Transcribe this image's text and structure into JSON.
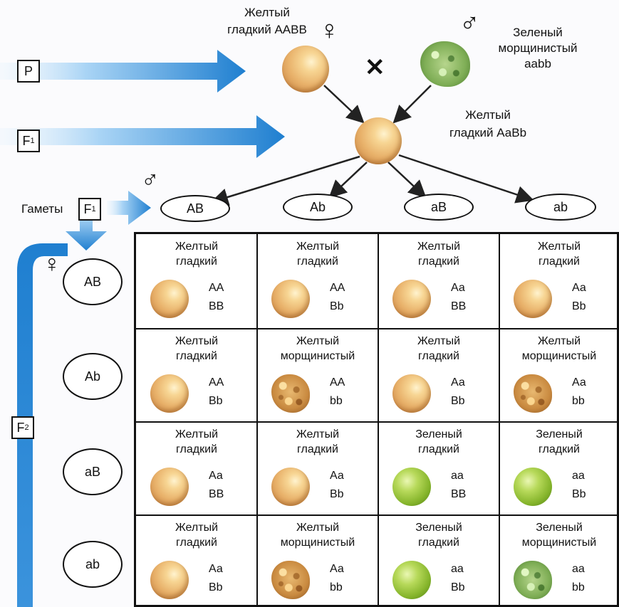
{
  "generations": {
    "p": "P",
    "f1_main": "F",
    "f1_sub": "1",
    "gametes_label": "Гаметы",
    "gf1_main": "F",
    "gf1_sub": "1",
    "f2_main": "F",
    "f2_sub": "2"
  },
  "symbols": {
    "female": "♀",
    "male": "♂",
    "cross": "✕"
  },
  "parents": {
    "female": {
      "line1": "Желтый",
      "line2": "гладкий ААВВ"
    },
    "male": {
      "line1": "Зеленый",
      "line2": "морщинистый",
      "line3": "aabb"
    }
  },
  "f1": {
    "line1": "Желтый",
    "line2": "гладкий АаВb"
  },
  "male_gametes": [
    "АВ",
    "Аb",
    "аВ",
    "ab"
  ],
  "female_gametes": [
    "АВ",
    "Аb",
    "аВ",
    "ab"
  ],
  "grid": [
    [
      {
        "l1": "Желтый",
        "l2": "гладкий",
        "g1": "АА",
        "g2": "ВВ",
        "pea": "y-smooth"
      },
      {
        "l1": "Желтый",
        "l2": "гладкий",
        "g1": "АА",
        "g2": "Вb",
        "pea": "y-smooth"
      },
      {
        "l1": "Желтый",
        "l2": "гладкий",
        "g1": "Аа",
        "g2": "ВВ",
        "pea": "y-smooth"
      },
      {
        "l1": "Желтый",
        "l2": "гладкий",
        "g1": "Аа",
        "g2": "Вb",
        "pea": "y-smooth"
      }
    ],
    [
      {
        "l1": "Желтый",
        "l2": "гладкий",
        "g1": "АА",
        "g2": "Вb",
        "pea": "y-smooth"
      },
      {
        "l1": "Желтый",
        "l2": "морщинистый",
        "g1": "АА",
        "g2": "bb",
        "pea": "y-wrinkled"
      },
      {
        "l1": "Желтый",
        "l2": "гладкий",
        "g1": "Аа",
        "g2": "Вb",
        "pea": "y-smooth"
      },
      {
        "l1": "Желтый",
        "l2": "морщинистый",
        "g1": "Аа",
        "g2": "bb",
        "pea": "y-wrinkled"
      }
    ],
    [
      {
        "l1": "Желтый",
        "l2": "гладкий",
        "g1": "Аа",
        "g2": "ВВ",
        "pea": "y-smooth"
      },
      {
        "l1": "Желтый",
        "l2": "гладкий",
        "g1": "Аа",
        "g2": "Вb",
        "pea": "y-smooth"
      },
      {
        "l1": "Зеленый",
        "l2": "гладкий",
        "g1": "аа",
        "g2": "ВВ",
        "pea": "g-smooth"
      },
      {
        "l1": "Зеленый",
        "l2": "гладкий",
        "g1": "аа",
        "g2": "Вb",
        "pea": "g-smooth"
      }
    ],
    [
      {
        "l1": "Желтый",
        "l2": "гладкий",
        "g1": "Аа",
        "g2": "Вb",
        "pea": "y-smooth"
      },
      {
        "l1": "Желтый",
        "l2": "морщинистый",
        "g1": "Аа",
        "g2": "bb",
        "pea": "y-wrinkled"
      },
      {
        "l1": "Зеленый",
        "l2": "гладкий",
        "g1": "аа",
        "g2": "Вb",
        "pea": "g-smooth"
      },
      {
        "l1": "Зеленый",
        "l2": "морщинистый",
        "g1": "аа",
        "g2": "bb",
        "pea": "g-wrinkled"
      }
    ]
  ],
  "colors": {
    "arrow_blue": "#1f7fd0",
    "arrow_light": "#c9e6fb",
    "yellow_pea": "#e8b16a",
    "green_pea": "#86b52c"
  }
}
